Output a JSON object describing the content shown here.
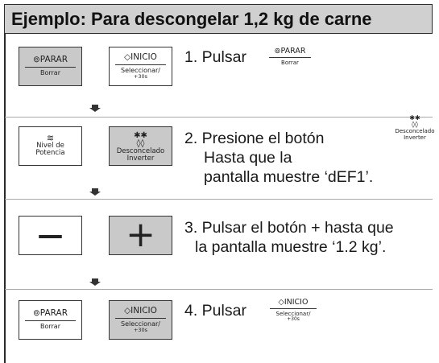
{
  "title": "Ejemplo: Para descongelar 1,2 kg de carne",
  "buttons": {
    "stop": {
      "icon": "stop-icon",
      "main": "PARAR",
      "sub": "Borrar"
    },
    "start": {
      "icon": "start-icon",
      "main": "INICIO",
      "sub": "Seleccionar/",
      "subsub": "+30s"
    },
    "power": {
      "icon": "power-level-icon",
      "line1": "Nivel de",
      "line2": "Potencia"
    },
    "defrost": {
      "icon": "defrost-icon",
      "line1": "Desconcelado",
      "line2": "Inverter"
    },
    "minus": {
      "symbol": "—"
    },
    "plus": {
      "symbol": "+"
    }
  },
  "steps": [
    {
      "lines": [
        "1. Pulsar"
      ]
    },
    {
      "lines": [
        "2. Presione el botón",
        "Hasta que la",
        "pantalla muestre ‘dEF1’."
      ]
    },
    {
      "lines": [
        "3. Pulsar el botón + hasta que",
        "la pantalla muestre ‘1.2 kg’."
      ]
    },
    {
      "lines": [
        "4. Pulsar"
      ]
    }
  ],
  "colors": {
    "button_gray": "#c9c9c9",
    "header_gray": "#d0d0d0",
    "border": "#2a2a2a"
  }
}
